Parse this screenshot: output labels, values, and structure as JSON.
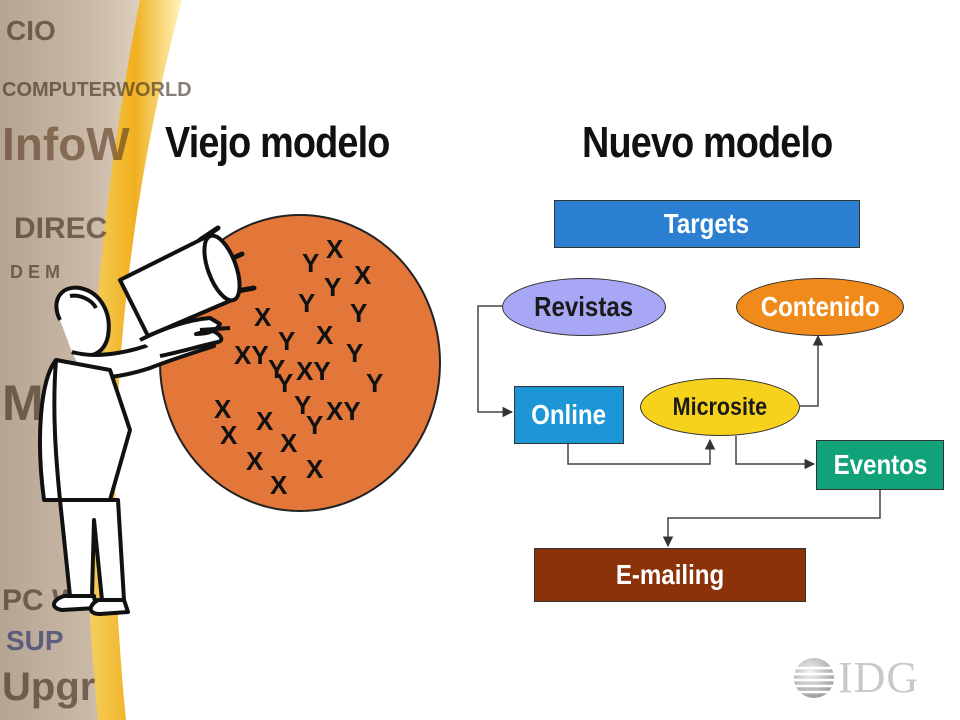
{
  "titles": {
    "old_model": "Viejo modelo",
    "new_model": "Nuevo modelo"
  },
  "old_model_letters": [
    {
      "t": "X"
    },
    {
      "t": "Y"
    },
    {
      "t": "X"
    },
    {
      "t": "Y"
    },
    {
      "t": "Y"
    },
    {
      "t": "Y"
    },
    {
      "t": "X"
    },
    {
      "t": "Y"
    },
    {
      "t": "X"
    },
    {
      "t": "XY"
    },
    {
      "t": "Y"
    },
    {
      "t": "Y"
    },
    {
      "t": "XY"
    },
    {
      "t": "Y"
    },
    {
      "t": "Y"
    },
    {
      "t": "X"
    },
    {
      "t": "Y"
    },
    {
      "t": "X"
    },
    {
      "t": "XY"
    },
    {
      "t": "Y"
    },
    {
      "t": "X"
    },
    {
      "t": "X"
    },
    {
      "t": "X"
    },
    {
      "t": "X"
    },
    {
      "t": "X"
    }
  ],
  "new_model": {
    "targets": "Targets",
    "revistas": "Revistas",
    "contenido": "Contenido",
    "online": "Online",
    "microsite": "Microsite",
    "eventos": "Eventos",
    "emailing": "E-mailing"
  },
  "logo": {
    "text": "IDG"
  },
  "background_magazines": [
    "CIO",
    "COMPUTERWORLD",
    "InfoW",
    "DIREC",
    "D E M",
    "PC W",
    "SUP",
    "Upgr"
  ],
  "colors": {
    "targets": "#2a7fd0",
    "revistas": "#a7a7f5",
    "contenido": "#f08a1a",
    "online": "#1c96d4",
    "microsite": "#f7d21c",
    "eventos": "#12a27a",
    "emailing": "#8b3208",
    "circle": "#e3773a",
    "swoosh": "#f1c030"
  }
}
